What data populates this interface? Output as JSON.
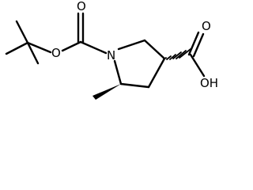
{
  "atoms": {
    "nitrogen": "N",
    "ester_oxygen": "O",
    "carbamate_carbonyl_oxygen": "O",
    "acid_carbonyl_oxygen": "O",
    "acid_hydroxyl": "OH"
  },
  "colors": {
    "ink": "#000000",
    "background": "#ffffff"
  }
}
